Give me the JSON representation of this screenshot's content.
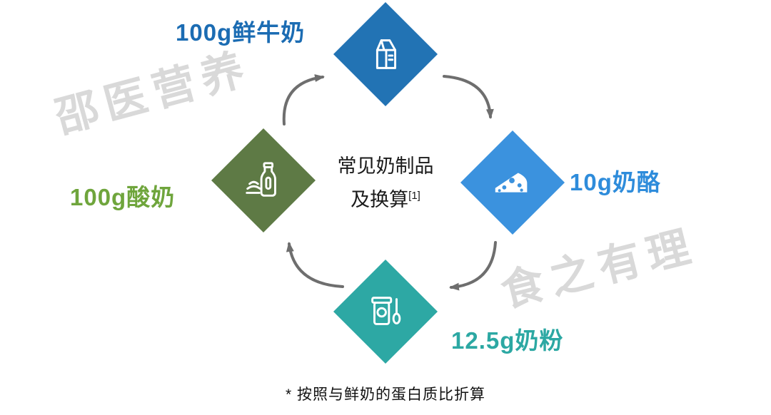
{
  "title": {
    "line1": "常见奶制品",
    "line2": "及换算",
    "superscript": "[1]"
  },
  "nodes": {
    "milk": {
      "label": "100g鲜牛奶",
      "diamond_color": "#2273B4",
      "label_color": "#1B6CB3",
      "icon": "milk-carton-icon"
    },
    "cheese": {
      "label": "10g奶酪",
      "diamond_color": "#3B92DE",
      "label_color": "#2E8CDB",
      "icon": "cheese-icon"
    },
    "powder": {
      "label": "12.5g奶粉",
      "diamond_color": "#2DA8A4",
      "label_color": "#2CA8A3",
      "icon": "milk-powder-icon"
    },
    "yogurt": {
      "label": "100g酸奶",
      "diamond_color": "#5E7A45",
      "label_color": "#6FA53C",
      "icon": "yogurt-bottle-icon"
    }
  },
  "watermarks": {
    "top_left": "邵医营养",
    "bottom_right": "食之有理"
  },
  "footnote": "* 按照与鲜奶的蛋白质比折算",
  "arrow_color": "#6E6E6E",
  "icon_color": "#FFFFFF"
}
